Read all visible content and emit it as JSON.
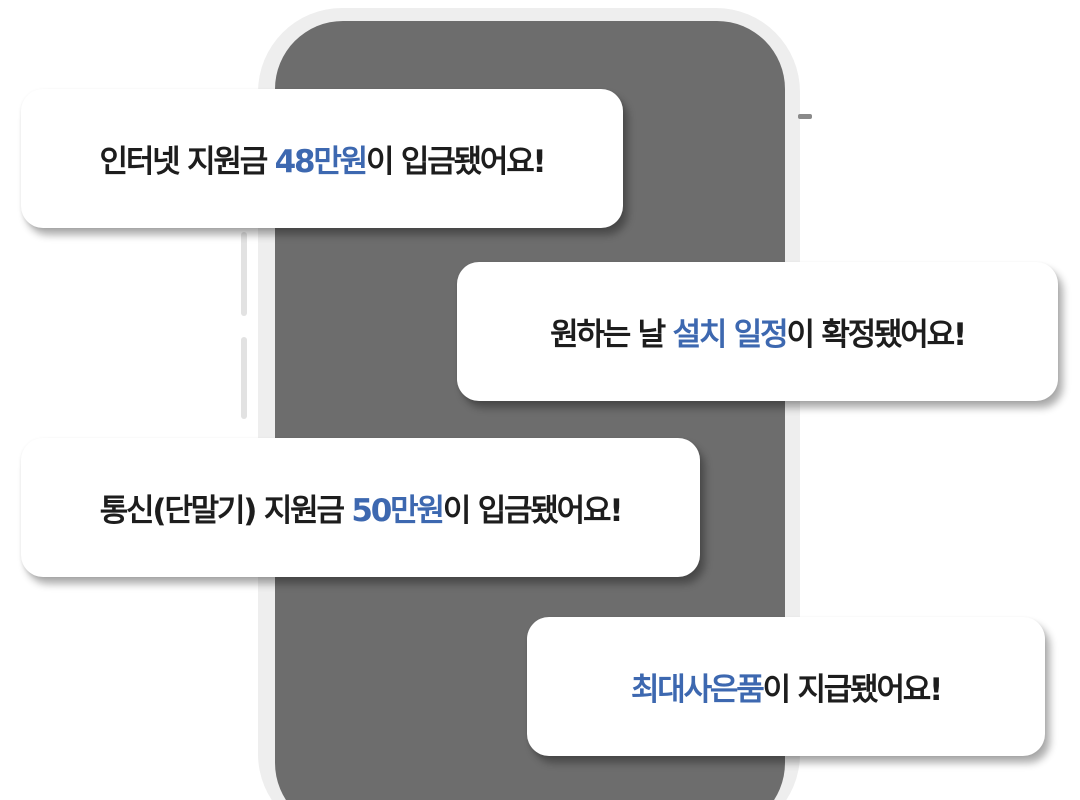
{
  "notifications": [
    {
      "pre": "인터넷 지원금 ",
      "highlight": "48만원",
      "post": "이 입금됐어요!"
    },
    {
      "pre": "원하는 날 ",
      "highlight": "설치 일정",
      "post": "이 확정됐어요!"
    },
    {
      "pre": "통신(단말기) 지원금 ",
      "highlight": "50만원",
      "post": "이 입금됐어요!"
    },
    {
      "pre": "",
      "highlight": "최대사은품",
      "post": "이 지급됐어요!"
    }
  ],
  "colors": {
    "highlight": "#3d68b0",
    "text": "#1d1d1d",
    "phone_screen": "#6d6d6d",
    "phone_frame": "#eeeeee",
    "background": "#ffffff"
  }
}
